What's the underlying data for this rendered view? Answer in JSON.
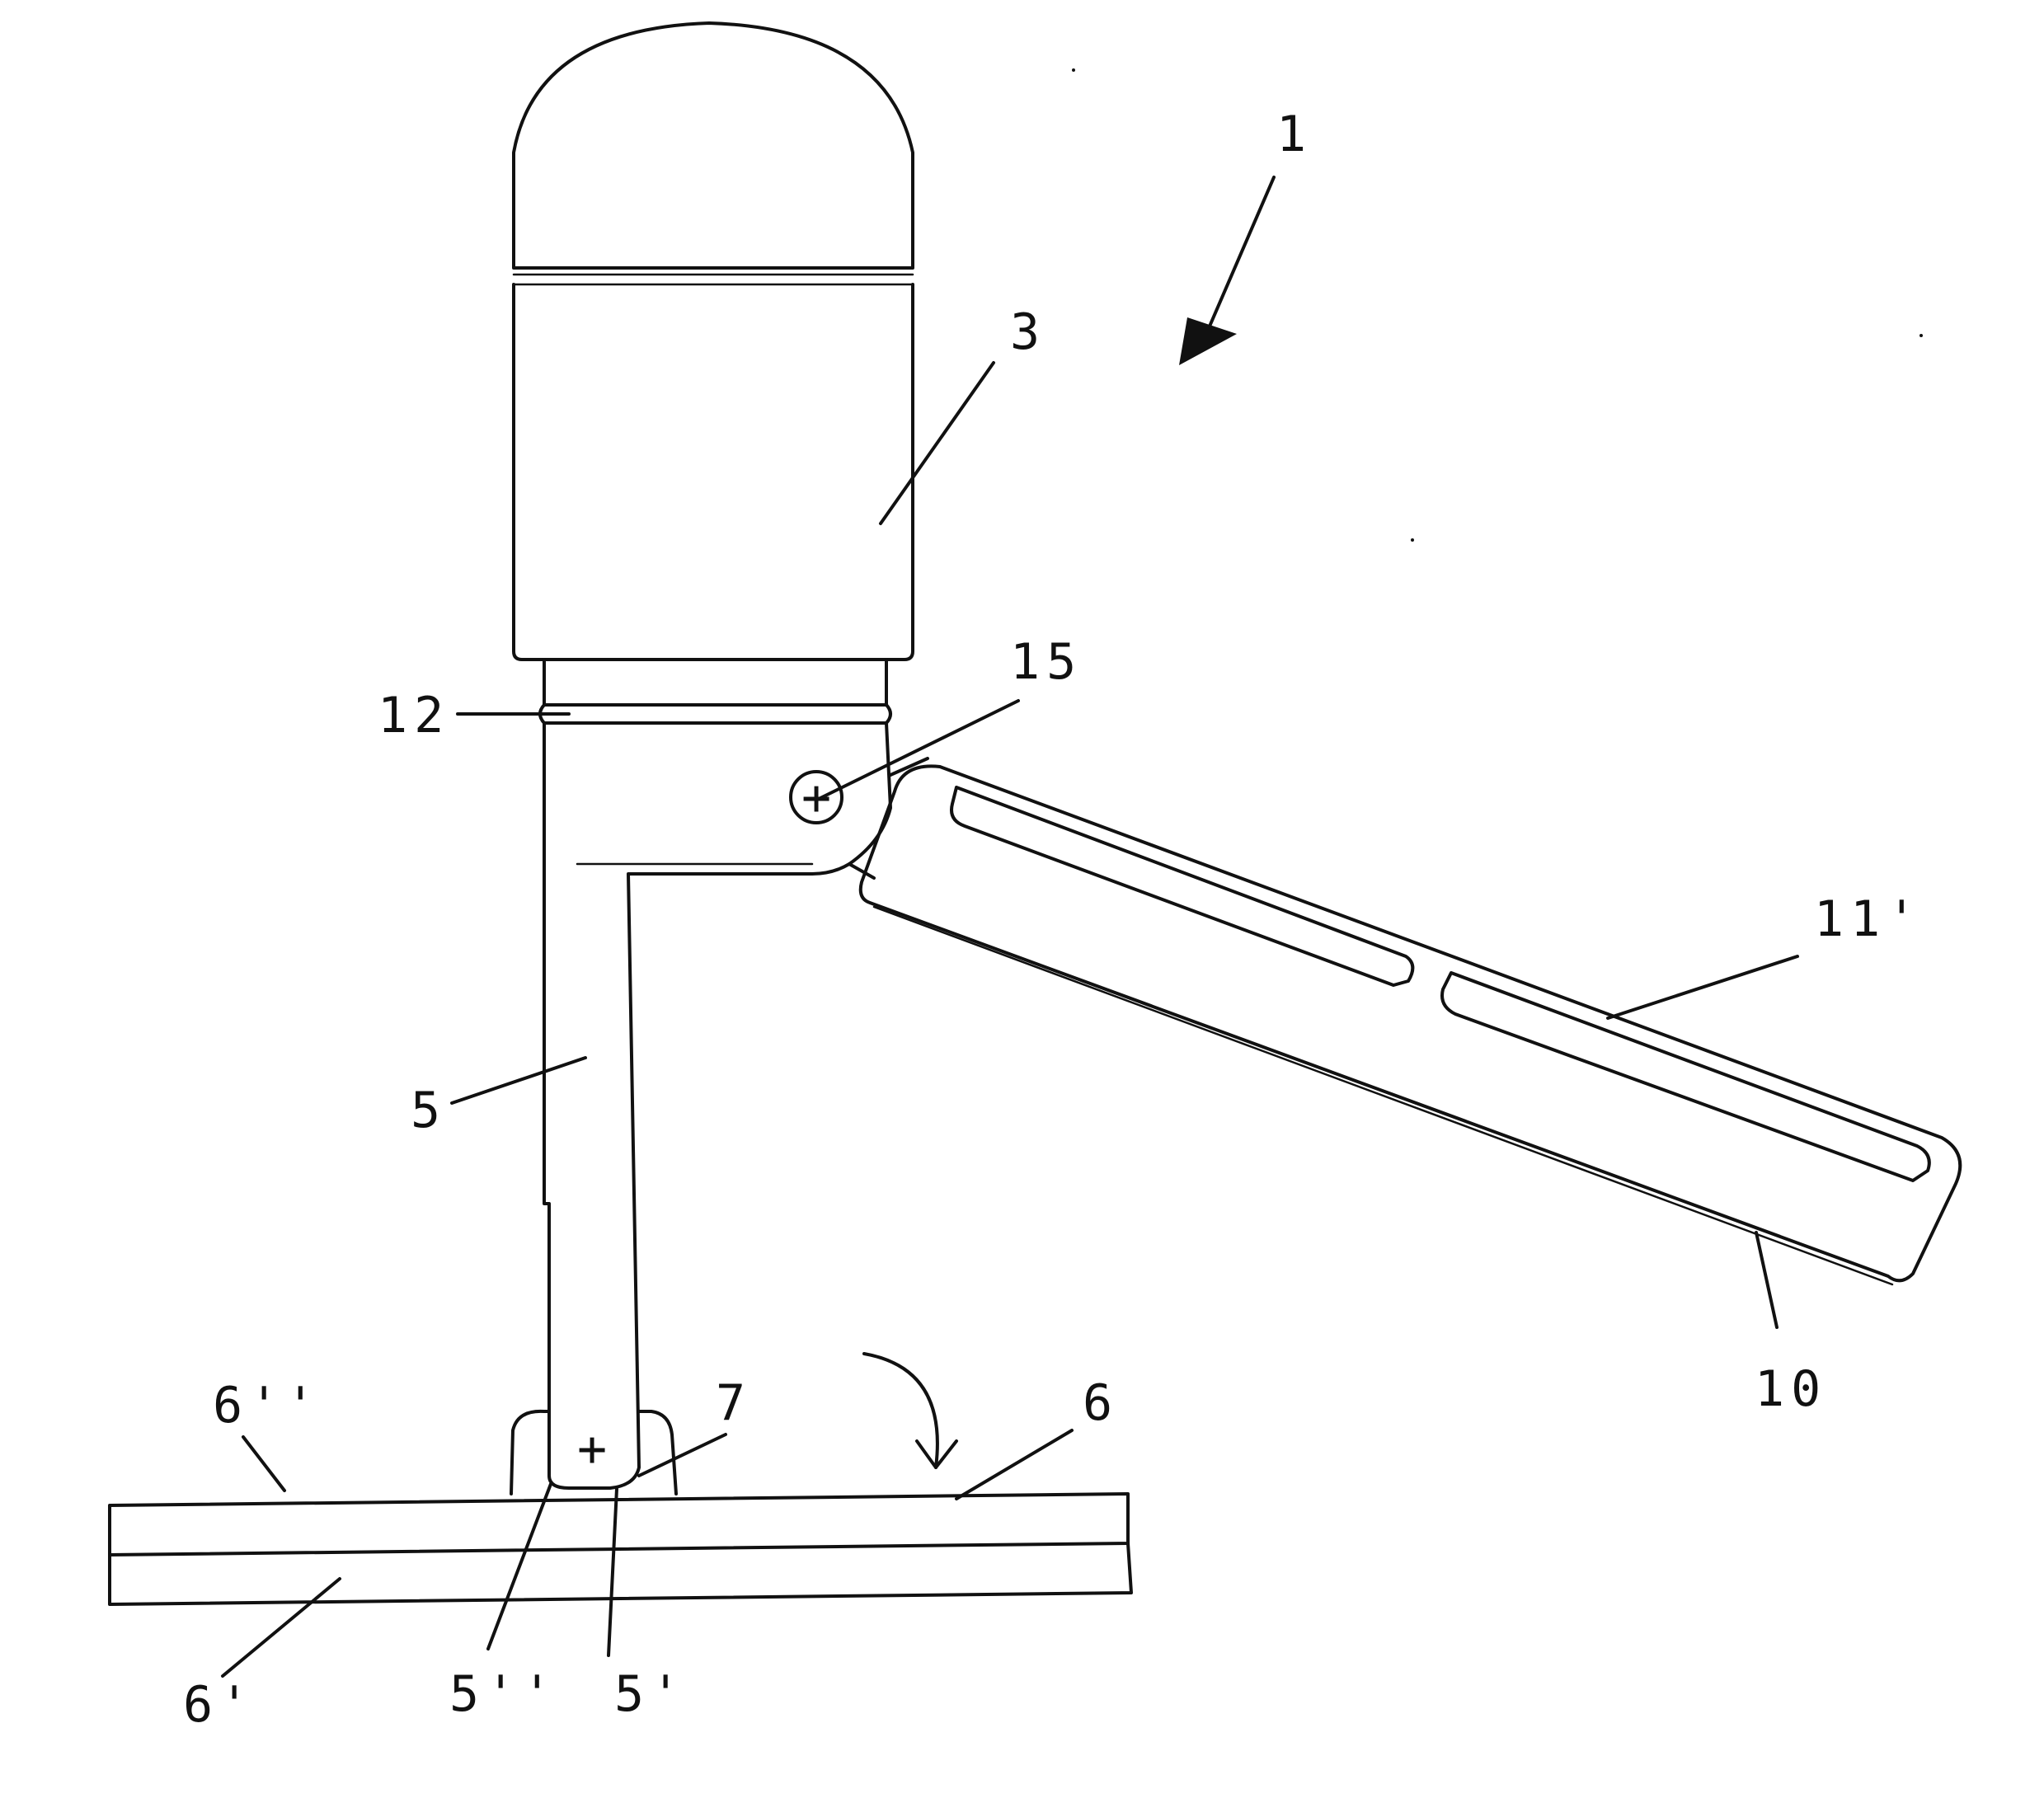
{
  "colors": {
    "line": "#111111",
    "background": "#ffffff"
  },
  "labels": {
    "l1": "1",
    "l3": "3",
    "l5": "5",
    "l5p": "5'",
    "l5pp": "5''",
    "l6": "6",
    "l6p": "6'",
    "l6pp": "6''",
    "l7": "7",
    "l10": "10",
    "l11p": "11'",
    "l12": "12",
    "l15": "15"
  },
  "marks": {
    "pivot_plus": "+",
    "joint_plus": "+"
  }
}
